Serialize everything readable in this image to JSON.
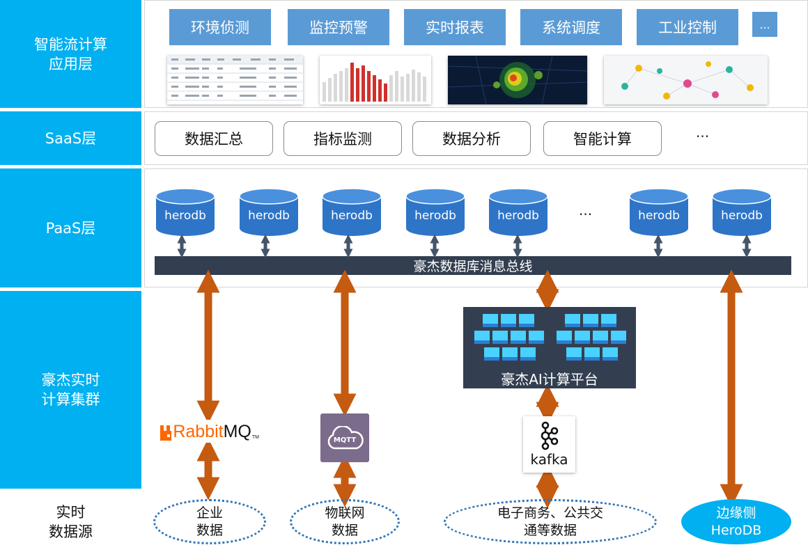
{
  "layers": {
    "app": "智能流计算\n应用层",
    "saas": "SaaS层",
    "paas": "PaaS层",
    "cluster": "豪杰实时\n计算集群",
    "source": "实时\n数据源"
  },
  "app_buttons": [
    "环境侦测",
    "监控预警",
    "实时报表",
    "系统调度",
    "工业控制",
    "..."
  ],
  "saas_buttons": [
    "数据汇总",
    "指标监测",
    "数据分析",
    "智能计算"
  ],
  "saas_more": "···",
  "databases": [
    "herodb",
    "herodb",
    "herodb",
    "herodb",
    "herodb",
    "herodb",
    "herodb"
  ],
  "db_more": "···",
  "bus_label": "豪杰数据库消息总线",
  "ai_platform": "豪杰AI计算平台",
  "middleware": {
    "rabbitmq": {
      "rabbit": "Rabbit",
      "mq": "MQ",
      "tm": "TM"
    },
    "mqtt": "MQTT",
    "kafka": "kafka"
  },
  "sources": [
    "企业\n数据",
    "物联网\n数据",
    "电子商务、公共交\n通等数据",
    "边缘侧\nHeroDB"
  ],
  "colors": {
    "layer_blue": "#00b0f0",
    "app_button_blue": "#5b9bd5",
    "db_blue": "#2e75c8",
    "bus_dark": "#333f50",
    "arrow_orange": "#c55a11",
    "dark_arrow": "#44546a"
  }
}
